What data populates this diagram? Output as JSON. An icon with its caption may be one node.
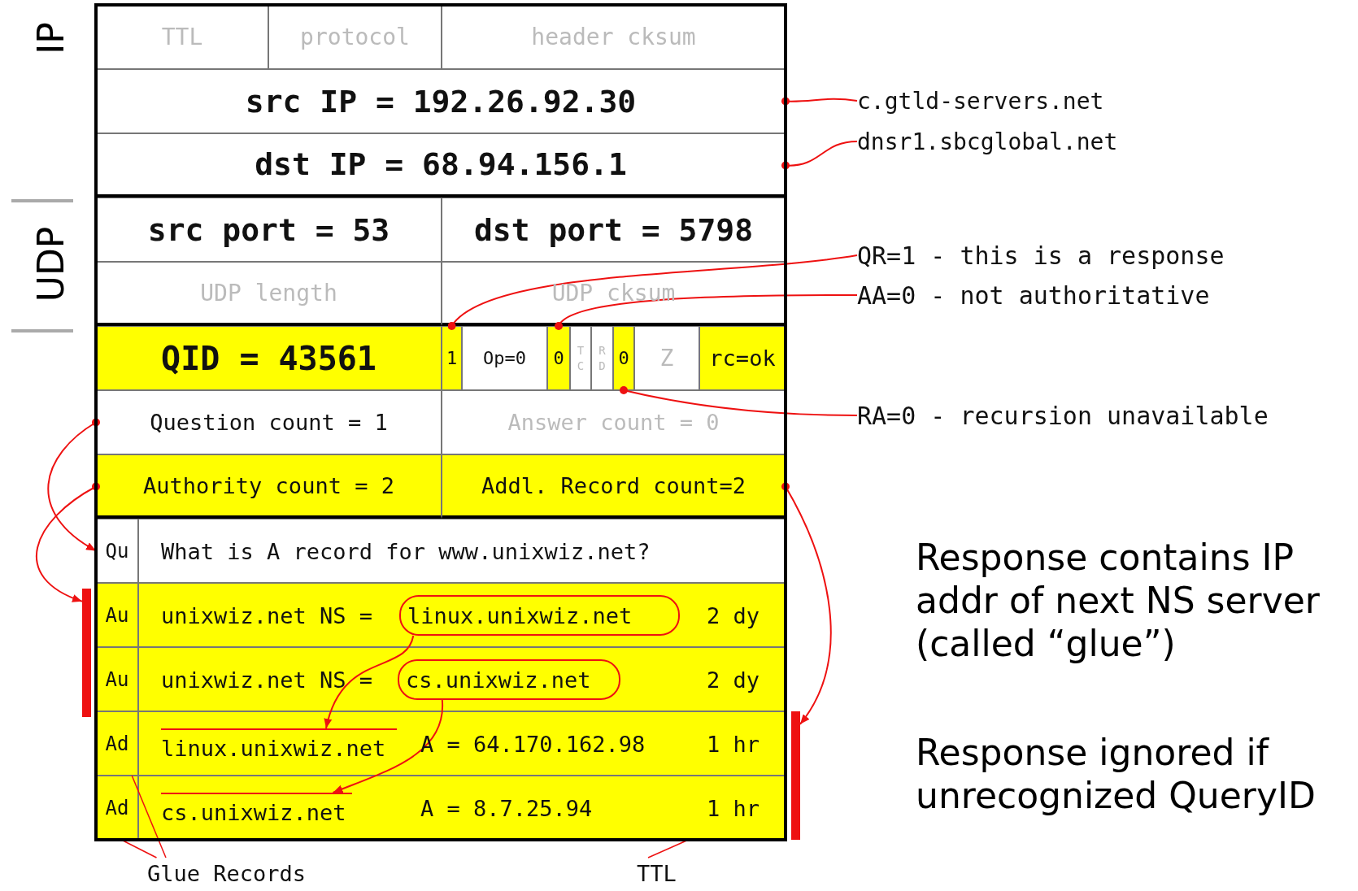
{
  "diagram": {
    "nodes": [
      {
        "text": [
          "TTL"
        ]
      },
      {
        "text": [
          "protocol"
        ]
      },
      {
        "text": [
          "header cksum"
        ]
      },
      {
        "text": [
          "src IP = 192.26.92.30"
        ]
      },
      {
        "text": [
          "dst IP = 68.94.156.1"
        ]
      },
      {
        "text": [
          "src port = 53"
        ]
      },
      {
        "text": [
          "dst port = 5798"
        ]
      },
      {
        "text": [
          "UDP length"
        ]
      },
      {
        "text": [
          "UDP cksum"
        ]
      },
      {
        "text": [
          "QID = 43561"
        ]
      },
      {
        "text": [
          "1"
        ]
      },
      {
        "text": [
          "Op=0"
        ]
      },
      {
        "text": [
          "0"
        ]
      },
      {
        "text": [
          "T C"
        ]
      },
      {
        "text": [
          "R D"
        ]
      },
      {
        "text": [
          "0"
        ]
      },
      {
        "text": [
          "Z"
        ]
      },
      {
        "text": [
          "rc=ok"
        ]
      },
      {
        "text": [
          "Question count = 1"
        ]
      },
      {
        "text": [
          "Answer count = 0"
        ]
      },
      {
        "text": [
          "Authority count = 2"
        ]
      },
      {
        "text": [
          "Addl. Record count=2"
        ]
      },
      {
        "text": [
          "Qu"
        ]
      },
      {
        "text": [
          "What is A record for www.unixwiz.net?"
        ]
      },
      {
        "text": [
          "Au"
        ]
      },
      {
        "text": [
          "unixwiz.net NS =",
          "2 dy"
        ]
      },
      {
        "text": [
          "linux.unixwiz.net"
        ],
        "in": 25
      },
      {
        "text": [
          "Au"
        ]
      },
      {
        "text": [
          "unixwiz.net NS =",
          "2 dy"
        ]
      },
      {
        "text": [
          "cs.unixwiz.net"
        ],
        "in": 28
      },
      {
        "text": [
          "Ad"
        ]
      },
      {
        "text": [
          "A = 64.170.162.98",
          "1 hr"
        ]
      },
      {
        "text": [
          "linux.unixwiz.net"
        ],
        "in": 31
      },
      {
        "text": [
          "Ad"
        ]
      },
      {
        "text": [
          "A = 8.7.25.94",
          "1 hr"
        ]
      },
      {
        "text": [
          "cs.unixwiz.net"
        ],
        "in": 34
      },
      {
        "text": [
          "c.gtld-servers.net"
        ]
      },
      {
        "text": [
          "dnsr1.sbcglobal.net"
        ]
      },
      {
        "text": [
          "QR=1 - this is a response"
        ]
      },
      {
        "text": [
          "AA=0 - not authoritative"
        ]
      },
      {
        "text": [
          "RA=0 - recursion unavailable"
        ]
      },
      {
        "text": [
          "Glue Records"
        ]
      },
      {
        "text": [
          "TTL"
        ]
      },
      {
        "text": [],
        "shape": "bar"
      },
      {
        "text": [],
        "shape": "bar"
      }
    ],
    "edges": [
      {
        "from": 3,
        "to": 36,
        "arrow": "other"
      },
      {
        "from": 4,
        "to": 37,
        "arrow": "other"
      },
      {
        "from": 10,
        "to": 38,
        "arrow": "other"
      },
      {
        "from": 12,
        "to": 39,
        "arrow": "other"
      },
      {
        "from": 15,
        "to": 40,
        "arrow": "other"
      },
      {
        "from": 18,
        "to": 22,
        "arrow": "to"
      },
      {
        "from": 20,
        "to": 43,
        "arrow": "to"
      },
      {
        "from": 21,
        "to": 44,
        "arrow": "to"
      },
      {
        "from": 26,
        "to": 32,
        "arrow": "to"
      },
      {
        "from": 29,
        "to": 35,
        "arrow": "to"
      },
      {
        "from": 41,
        "to": 30,
        "arrow": "none"
      },
      {
        "from": 41,
        "to": 33,
        "arrow": "none"
      },
      {
        "from": 42,
        "to": 34,
        "arrow": "none"
      }
    ],
    "labels": [
      "IP",
      "UDP",
      "Response contains IP addr of next NS server (called “glue”)",
      "Response ignored if unrecognized QueryID"
    ]
  }
}
